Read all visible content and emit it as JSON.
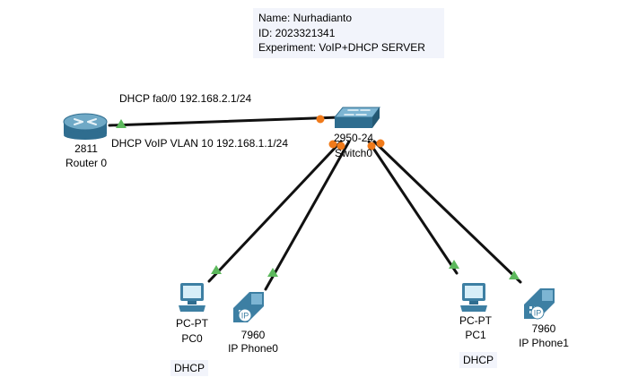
{
  "note": {
    "name": "Name: Nurhadianto",
    "id": "ID: 2023321341",
    "experiment": "Experiment: VoIP+DHCP SERVER"
  },
  "router": {
    "model": "2811",
    "name": "Router 0"
  },
  "switch": {
    "model": "2950-24",
    "name": "Switch0"
  },
  "pc0": {
    "model": "PC-PT",
    "name": "PC0",
    "tag": "DHCP"
  },
  "phone0": {
    "model": "7960",
    "name": "IP Phone0",
    "badge": "IP"
  },
  "pc1": {
    "model": "PC-PT",
    "name": "PC1",
    "tag": "DHCP"
  },
  "phone1": {
    "model": "7960",
    "name": "IP Phone1",
    "badge": "IP"
  },
  "annotations": {
    "dhcp_fa": "DHCP fa0/0 192.168.2.1/24",
    "dhcp_voip": "DHCP VoIP VLAN 10 192.168.1.1/24"
  },
  "colors": {
    "link": "#111111",
    "link_up": "#5cb85c",
    "link_pending": "#f07a1a",
    "device_body": "#3d7fa3",
    "note_bg": "#f2f4fb"
  }
}
